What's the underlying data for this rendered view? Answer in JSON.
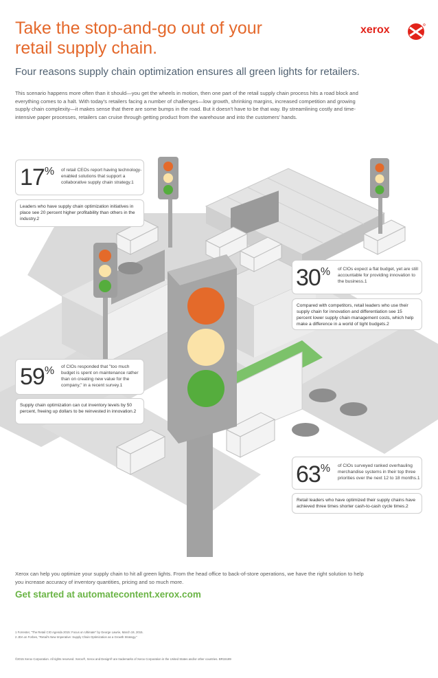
{
  "header": {
    "title_line1": "Take the stop-and-go out of your",
    "title_line2": "retail supply chain.",
    "subtitle": "Four reasons supply chain optimization ensures all green lights for retailers.",
    "intro": "This scenario happens more often than it should—you get the wheels in motion, then one part of the retail supply chain process hits a road block and everything comes to a halt. With today's retailers facing a number of challenges—low growth, shrinking margins, increased competition and growing supply chain complexity—it makes sense that there are some bumps in the road. But it doesn't have to be that way. By streamlining costly and time-intensive paper processes, retailers can cruise through getting product from the warehouse and into the customers' hands."
  },
  "brand": {
    "wordmark": "xerox",
    "color": "#e2231a"
  },
  "stats": [
    {
      "number": "17",
      "symbol": "%",
      "text": "of retail CEOs report having technology-enabled solutions that support a collaborative supply chain strategy.1",
      "note": "Leaders who have supply chain optimization initiatives in place see 20 percent higher profitability than others in the industry.2"
    },
    {
      "number": "30",
      "symbol": "%",
      "text": "of CIOs expect a flat budget, yet are still accountable for providing innovation to the business.1",
      "note": "Compared with competitors, retail leaders who use their supply chain for innovation and differentiation see 15 percent lower supply chain management costs, which help make a difference in a world of tight budgets.2"
    },
    {
      "number": "59",
      "symbol": "%",
      "text": "of CIOs responded that \"too much budget is spent on maintenance rather than on creating new value for the company,\" in a recent survey.1",
      "note": "Supply chain optimization can cut inventory levels by 50 percent, freeing up dollars to be reinvested in innovation.2"
    },
    {
      "number": "63",
      "symbol": "%",
      "text": "of CIOs surveyed ranked overhauling merchandise systems in their top three priorities over the next 12 to 18 months.1",
      "note": "Retail leaders who have optimized their supply chains have achieved three times shorter cash-to-cash cycle times.2"
    }
  ],
  "footer": {
    "closing": "Xerox can help you optimize your supply chain to hit all green lights. From the head office to back-of-store operations, we have the right solution to help you increase accuracy of inventory quantities, pricing and so much more.",
    "cta": "Get started at automatecontent.xerox.com",
    "footnote1": "1 Forrester, \"The Retail CIO Agenda 2015: Focus on Ultimate\" by George Lawrie, March 19, 2015.",
    "footnote2": "2 JDA on Forbes, \"Retail's New Imperative: Supply Chain Optimization as a Growth Strategy.\"",
    "copyright": "©2015 Xerox Corporation. All rights reserved. Xerox®, Xerox and Design® are trademarks of Xerox Corporation in the United States and/or other countries. BR15189"
  },
  "colors": {
    "title": "#e4682b",
    "green_cta": "#6ab445",
    "light_red": "#e46a2a",
    "light_yellow": "#fbe3a8",
    "light_green": "#55ad3d",
    "road": "#d4d4d4",
    "building": "#e9e9e9",
    "truck": "#f2f2f2",
    "awning": "#7cc26a"
  }
}
